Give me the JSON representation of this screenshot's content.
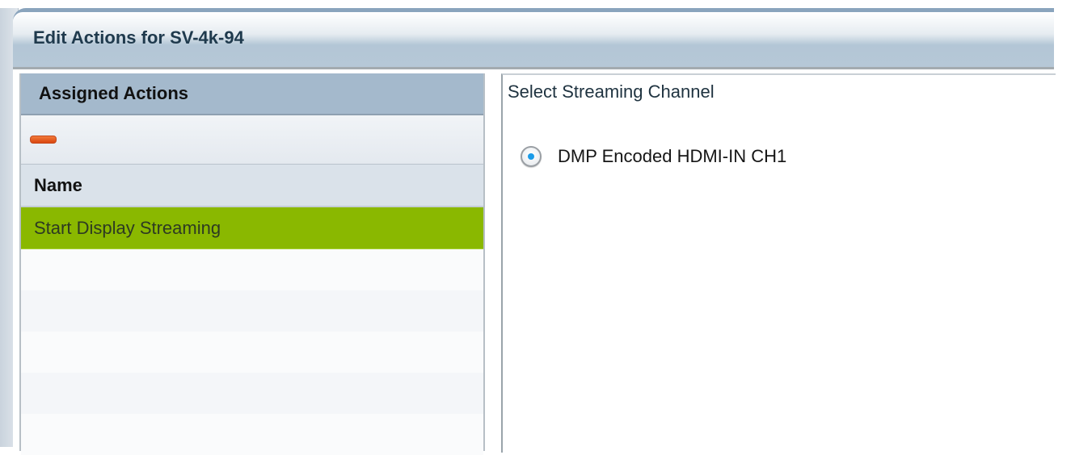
{
  "dialog": {
    "title": "Edit Actions for SV-4k-94"
  },
  "assigned_actions": {
    "header": "Assigned Actions",
    "toolbar": {
      "remove_icon": "minus-icon",
      "remove_color": "#e05a1c"
    },
    "table": {
      "columns": [
        "Name"
      ],
      "rows": [
        {
          "name": "Start Display Streaming",
          "selected": true
        }
      ]
    },
    "selected_row_color": "#8ab800"
  },
  "streaming": {
    "title": "Select Streaming Channel",
    "options": [
      {
        "label": "DMP Encoded HDMI-IN CH1",
        "checked": true
      }
    ],
    "accent": "#1a9be8"
  }
}
